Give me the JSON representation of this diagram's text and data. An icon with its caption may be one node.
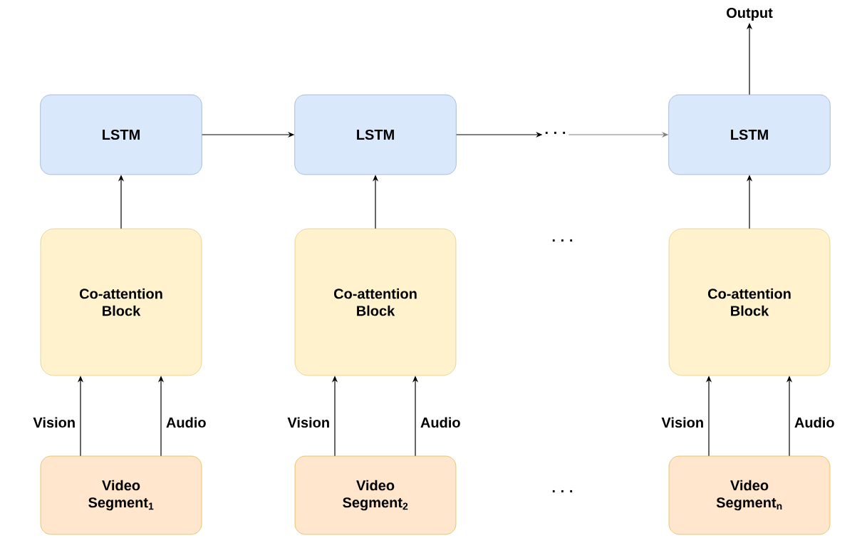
{
  "diagram": {
    "nodes": [
      {
        "text": [
          "Output"
        ]
      },
      {
        "text": [
          "LSTM"
        ]
      },
      {
        "text": [
          "LSTM"
        ]
      },
      {
        "text": [
          "· · ·"
        ]
      },
      {
        "text": [
          "LSTM"
        ]
      },
      {
        "text": [
          "Co-attention Block"
        ]
      },
      {
        "text": [
          "Co-attention Block"
        ]
      },
      {
        "text": [
          "Co-attention Block"
        ]
      },
      {
        "text": [
          "Video Segment$_{1}$"
        ]
      },
      {
        "text": [
          "Video Segment$_{2}$"
        ]
      },
      {
        "text": [
          "Video Segment$_{n}$"
        ]
      }
    ],
    "edges": [
      {
        "from": 1,
        "to": 2,
        "arrow": "to"
      },
      {
        "from": 2,
        "to": 3,
        "arrow": "to"
      },
      {
        "from": 3,
        "to": 4,
        "arrow": "to",
        "color": "#808080"
      },
      {
        "from": 4,
        "to": 0,
        "arrow": "to"
      },
      {
        "from": 5,
        "to": 1,
        "arrow": "to"
      },
      {
        "from": 6,
        "to": 2,
        "arrow": "to"
      },
      {
        "from": 7,
        "to": 4,
        "arrow": "to"
      },
      {
        "from": 8,
        "to": 5,
        "arrow": "to",
        "label": "Vision"
      },
      {
        "from": 8,
        "to": 5,
        "arrow": "to",
        "label": "Audio"
      },
      {
        "from": 9,
        "to": 6,
        "arrow": "to",
        "label": "Vision"
      },
      {
        "from": 9,
        "to": 6,
        "arrow": "to",
        "label": "Audio"
      },
      {
        "from": 10,
        "to": 7,
        "arrow": "to",
        "label": "Vision"
      },
      {
        "from": 10,
        "to": 7,
        "arrow": "to",
        "label": "Audio"
      }
    ],
    "labels": [
      "· · ·",
      "· · ·"
    ]
  }
}
